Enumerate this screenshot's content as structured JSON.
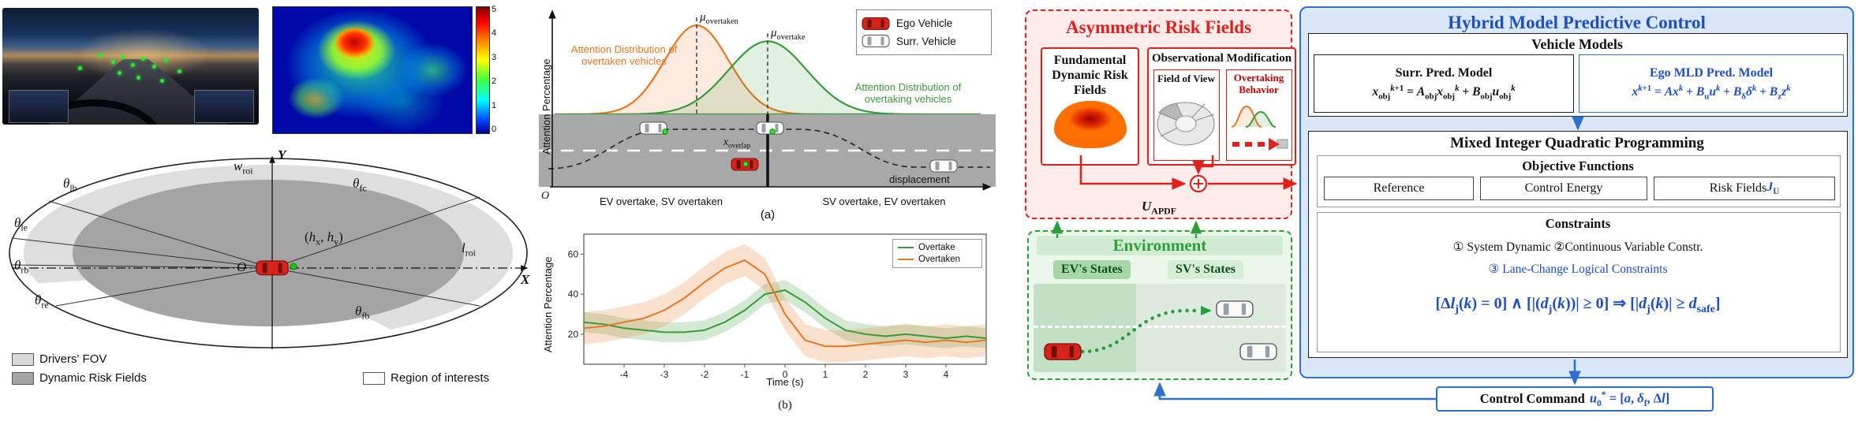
{
  "heatmap": {
    "colorbar_ticks": [
      "5",
      "4",
      "3",
      "2",
      "1",
      "0"
    ]
  },
  "roi": {
    "y_axis": "Y",
    "x_axis": "X",
    "origin_html": "<i>O</i>",
    "w_roi_html": "<i>w</i><sub>roi</sub>",
    "l_roi_html": "<i>l</i><sub>roi</sub>",
    "heading_html": "(<i>h</i><sub>x</sub>, <i>h</i><sub>y</sub>)",
    "theta_fc_html": "<i>θ</i><sub>fc</sub>",
    "theta_fb_html": "<i>θ</i><sub>fb</sub>",
    "theta_lb_html": "<i>θ</i><sub>lb</sub>",
    "theta_le_html": "<i>θ</i><sub>le</sub>",
    "theta_rb_html": "<i>θ</i><sub>rb</sub>",
    "theta_re_html": "<i>θ</i><sub>re</sub>",
    "legend": [
      {
        "label": "Drivers' FOV",
        "swatch": "#d9d9d9"
      },
      {
        "label": "Dynamic Risk Fields",
        "swatch": "#a4a4a4"
      },
      {
        "label": "Region of interests",
        "swatch": "#ffffff"
      }
    ]
  },
  "panel_a": {
    "y_label": "Attention Percentage",
    "mu_overtaken_html": "<i>μ</i><sub>overtaken</sub>",
    "mu_overtake_html": "<i>μ</i><sub>overtake</sub>",
    "note_overtaken": "Attention Distribution of overtaken vehicles",
    "note_overtaking": "Attention Distribution of overtaking vehicles",
    "legend": [
      {
        "icon": "red-car",
        "label": "Ego Vehicle"
      },
      {
        "icon": "white-car",
        "label": "Surr. Vehicle"
      }
    ],
    "x_overlap_html": "<i>x</i><sub>overlap</sub>",
    "displacement_label": "displacement",
    "origin_html": "<i>O</i>",
    "zone_left": "EV overtake, SV overtaken",
    "zone_right": "SV overtake, EV overtaken",
    "caption": "(a)"
  },
  "panel_b": {
    "caption": "(b)"
  },
  "chart_data": [
    {
      "id": "attention-vs-displacement",
      "type": "area",
      "xlabel": "displacement",
      "ylabel": "Attention Percentage",
      "x_range": [
        -3,
        3
      ],
      "series": [
        {
          "name": "Attention Distribution of overtaken vehicles",
          "color": "#e87722",
          "mu": -1.0,
          "sigma": 0.45,
          "peak": 1.0,
          "mu_label": "μ_overtaken"
        },
        {
          "name": "Attention Distribution of overtaking vehicles",
          "color": "#3a9a3a",
          "mu": 0.0,
          "sigma": 0.55,
          "peak": 0.82,
          "mu_label": "μ_overtake"
        }
      ],
      "annotations": [
        "x_overlap",
        "EV overtake, SV overtaken",
        "SV overtake, EV overtaken"
      ]
    },
    {
      "id": "attention-vs-time",
      "type": "line",
      "xlabel": "Time (s)",
      "ylabel": "Attention Percentage",
      "xlim": [
        -5,
        5
      ],
      "ylim": [
        5,
        70
      ],
      "xticks": [
        -4,
        -3,
        -2,
        -1,
        0,
        1,
        2,
        3,
        4
      ],
      "yticks": [
        20,
        40,
        60
      ],
      "grid": false,
      "legend_position": "top-right",
      "x": [
        -5,
        -4.5,
        -4,
        -3.5,
        -3,
        -2.5,
        -2,
        -1.5,
        -1,
        -0.5,
        0,
        0.5,
        1,
        1.5,
        2,
        2.5,
        3,
        3.5,
        4,
        4.5,
        5
      ],
      "series": [
        {
          "name": "Overtake",
          "color": "#3a9a3a",
          "band": 5,
          "values": [
            26,
            25,
            23,
            22,
            21,
            21,
            22,
            26,
            32,
            40,
            42,
            36,
            28,
            22,
            20,
            19,
            20,
            19,
            18,
            19,
            18
          ]
        },
        {
          "name": "Overtaken",
          "color": "#e87722",
          "band": 8,
          "values": [
            23,
            24,
            26,
            28,
            32,
            38,
            46,
            53,
            57,
            50,
            30,
            17,
            14,
            14,
            15,
            16,
            17,
            16,
            17,
            16,
            17
          ]
        }
      ]
    }
  ],
  "arf": {
    "title": "Asymmetric Risk Fields",
    "fundamental_label": "Fundamental Dynamic Risk Fields",
    "observational_label": "Observational Modification",
    "fov_label": "Field of View",
    "overtaking_label": "Overtaking Behavior",
    "u_apdf_html": "<i>U</i><sub>APDF</sub>"
  },
  "environment": {
    "title": "Environment",
    "ev_states": "EV's States",
    "sv_states": "SV's States"
  },
  "hmpc": {
    "title": "Hybrid Model Predictive Control",
    "vehicle_models": "Vehicle Models",
    "surr_title": "Surr. Pred. Model",
    "surr_eq_html": "<i>x</i><sub>obj</sub><sup><i>k</i>+1</sup> = <i>A</i><sub>obj</sub><i>x</i><sub>obj</sub><sup><i>k</i></sup> + <i>B</i><sub>obj</sub><i>u</i><sub>obj</sub><sup><i>k</i></sup>",
    "ego_title": "Ego MLD Pred. Model",
    "ego_eq_html": "<i>x</i><sup><i>k</i>+1</sup> = <i>Ax</i><sup><i>k</i></sup> + <i>B</i><sub>u</sub><i>u</i><sup><i>k</i></sup> + <i>B</i><sub>δ</sub><i>δ</i><sup><i>k</i></sup> + <i>B</i><sub>z</sub><i>z</i><sup><i>k</i></sup>",
    "miqp": "Mixed Integer Quadratic Programming",
    "objective": "Objective Functions",
    "obj_reference": "Reference",
    "obj_energy": "Control Energy",
    "obj_risk_html": "Risk Fields <b class=\"blue\"><i>J</i><sub>U</sub></b>",
    "constraints": "Constraints",
    "c1": "① System Dynamic  ②Continuous Variable Constr.",
    "c2": "③ Lane-Change Logical Constraints",
    "c_eq_html": "[Δ<i>l</i><sub>j</sub>(<i>k</i>) = 0] ∧ [|(<i>d</i><sub>j</sub>(<i>k</i>))| ≥ 0] ⇒ [|<i>d</i><sub>j</sub>(<i>k</i>)| ≥ <i>d</i><sub>safe</sub>]"
  },
  "control_command": {
    "label": "Control Command",
    "value_html": "<i>u</i><sub>0</sub><sup>*</sup> = [<i>a</i>, <i>δ</i><sub>f</sub>, Δ<i>l</i>]"
  }
}
